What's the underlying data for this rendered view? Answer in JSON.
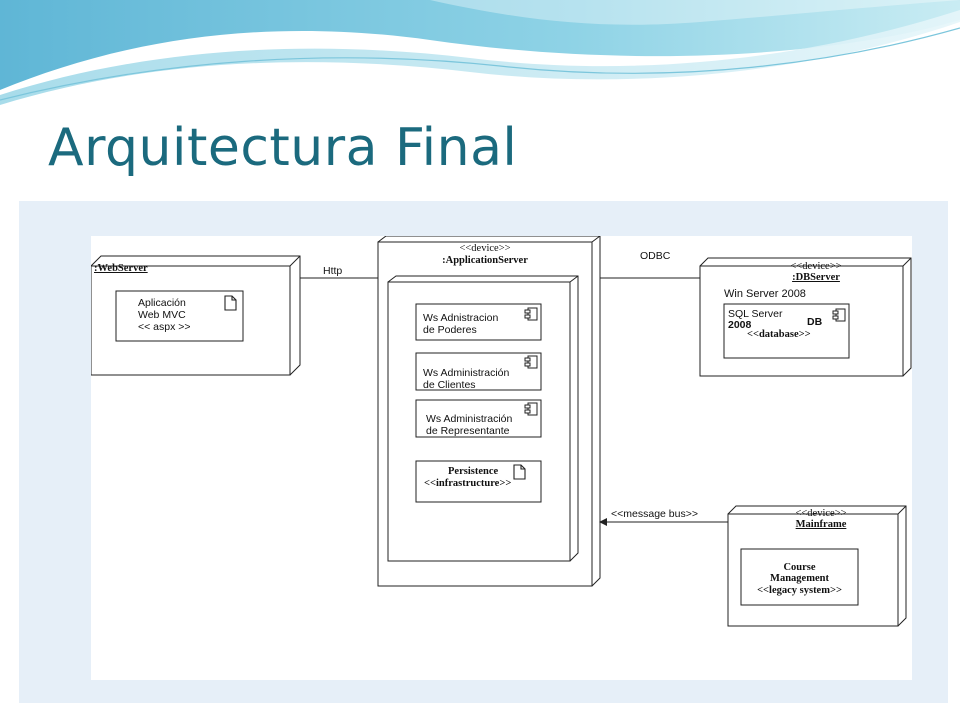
{
  "slide": {
    "title": "Arquitectura Final"
  },
  "diagram": {
    "webserver": {
      "name": ":WebServer",
      "artifact": {
        "line1": "Aplicación",
        "line2": "Web MVC",
        "line3": "<< aspx >>"
      }
    },
    "appserver": {
      "stereotype": "<<device>>",
      "name": ":ApplicationServer",
      "components": [
        {
          "line1": "Ws Adnistracion",
          "line2": "de Poderes"
        },
        {
          "line1": "Ws Administración",
          "line2": "de Clientes"
        },
        {
          "line1": "Ws Administración",
          "line2": "de Representante"
        }
      ],
      "persistence": {
        "line1": "Persistence",
        "line2": "<<infrastructure>>"
      }
    },
    "dbserver": {
      "stereotype": "<<device>>",
      "name": ":DBServer",
      "os": "Win Server 2008",
      "component": {
        "line1": "SQL Server",
        "line2a": "2008",
        "line2b": "DB",
        "line3": "<<database>>"
      }
    },
    "mainframe": {
      "stereotype": "<<device>>",
      "name": "Mainframe",
      "component": {
        "line1": "Course",
        "line2": "Management",
        "line3": "<<legacy system>>"
      }
    },
    "connections": {
      "http": "Http",
      "odbc": "ODBC",
      "message_bus": "<<message bus>>"
    }
  }
}
